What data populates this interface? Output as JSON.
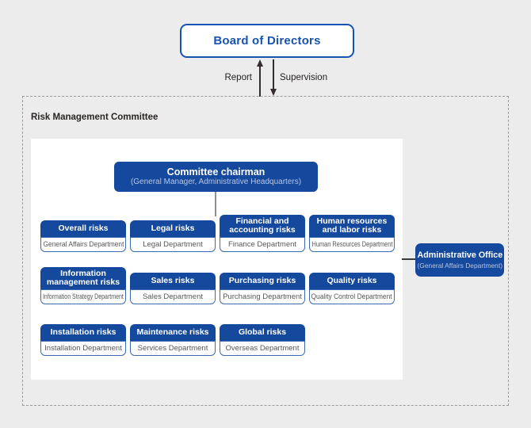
{
  "board": {
    "label": "Board of Directors"
  },
  "arrows": {
    "report_label": "Report",
    "supervision_label": "Supervision"
  },
  "committee": {
    "title": "Risk Management Committee",
    "chairman": {
      "title": "Committee chairman",
      "subtitle": "(General Manager, Administrative Headquarters)"
    },
    "risk_rows": [
      [
        {
          "risk": "Overall risks",
          "department": "General Affairs Department"
        },
        {
          "risk": "Legal risks",
          "department": "Legal Department"
        },
        {
          "risk": "Financial and accounting risks",
          "department": "Finance Department"
        },
        {
          "risk": "Human resources and labor risks",
          "department": "Human Resources Department"
        }
      ],
      [
        {
          "risk": "Information management risks",
          "department": "Information Strategy Department"
        },
        {
          "risk": "Sales risks",
          "department": "Sales Department"
        },
        {
          "risk": "Purchasing risks",
          "department": "Purchasing Department"
        },
        {
          "risk": "Quality risks",
          "department": "Quality Control Department"
        }
      ],
      [
        {
          "risk": "Installation risks",
          "department": "Installation Department"
        },
        {
          "risk": "Maintenance risks",
          "department": "Services Department"
        },
        {
          "risk": "Global risks",
          "department": "Overseas Department"
        }
      ]
    ],
    "admin_office": {
      "title": "Administrative Office",
      "subtitle": "(General Affairs Department)"
    }
  },
  "colors": {
    "page_bg": "#ececec",
    "primary_blue": "#15499e",
    "board_blue": "#1753b2",
    "body_border_blue": "#3b6ab2",
    "subtitle_text": "#b9c5e0",
    "department_text": "#595757",
    "arrow_dark": "#332d2d",
    "connector_gray": "#8f8f8f",
    "connector_dark": "#3a3a3a",
    "dashed_border": "#9a9a9a",
    "label_text": "#2a2523"
  }
}
